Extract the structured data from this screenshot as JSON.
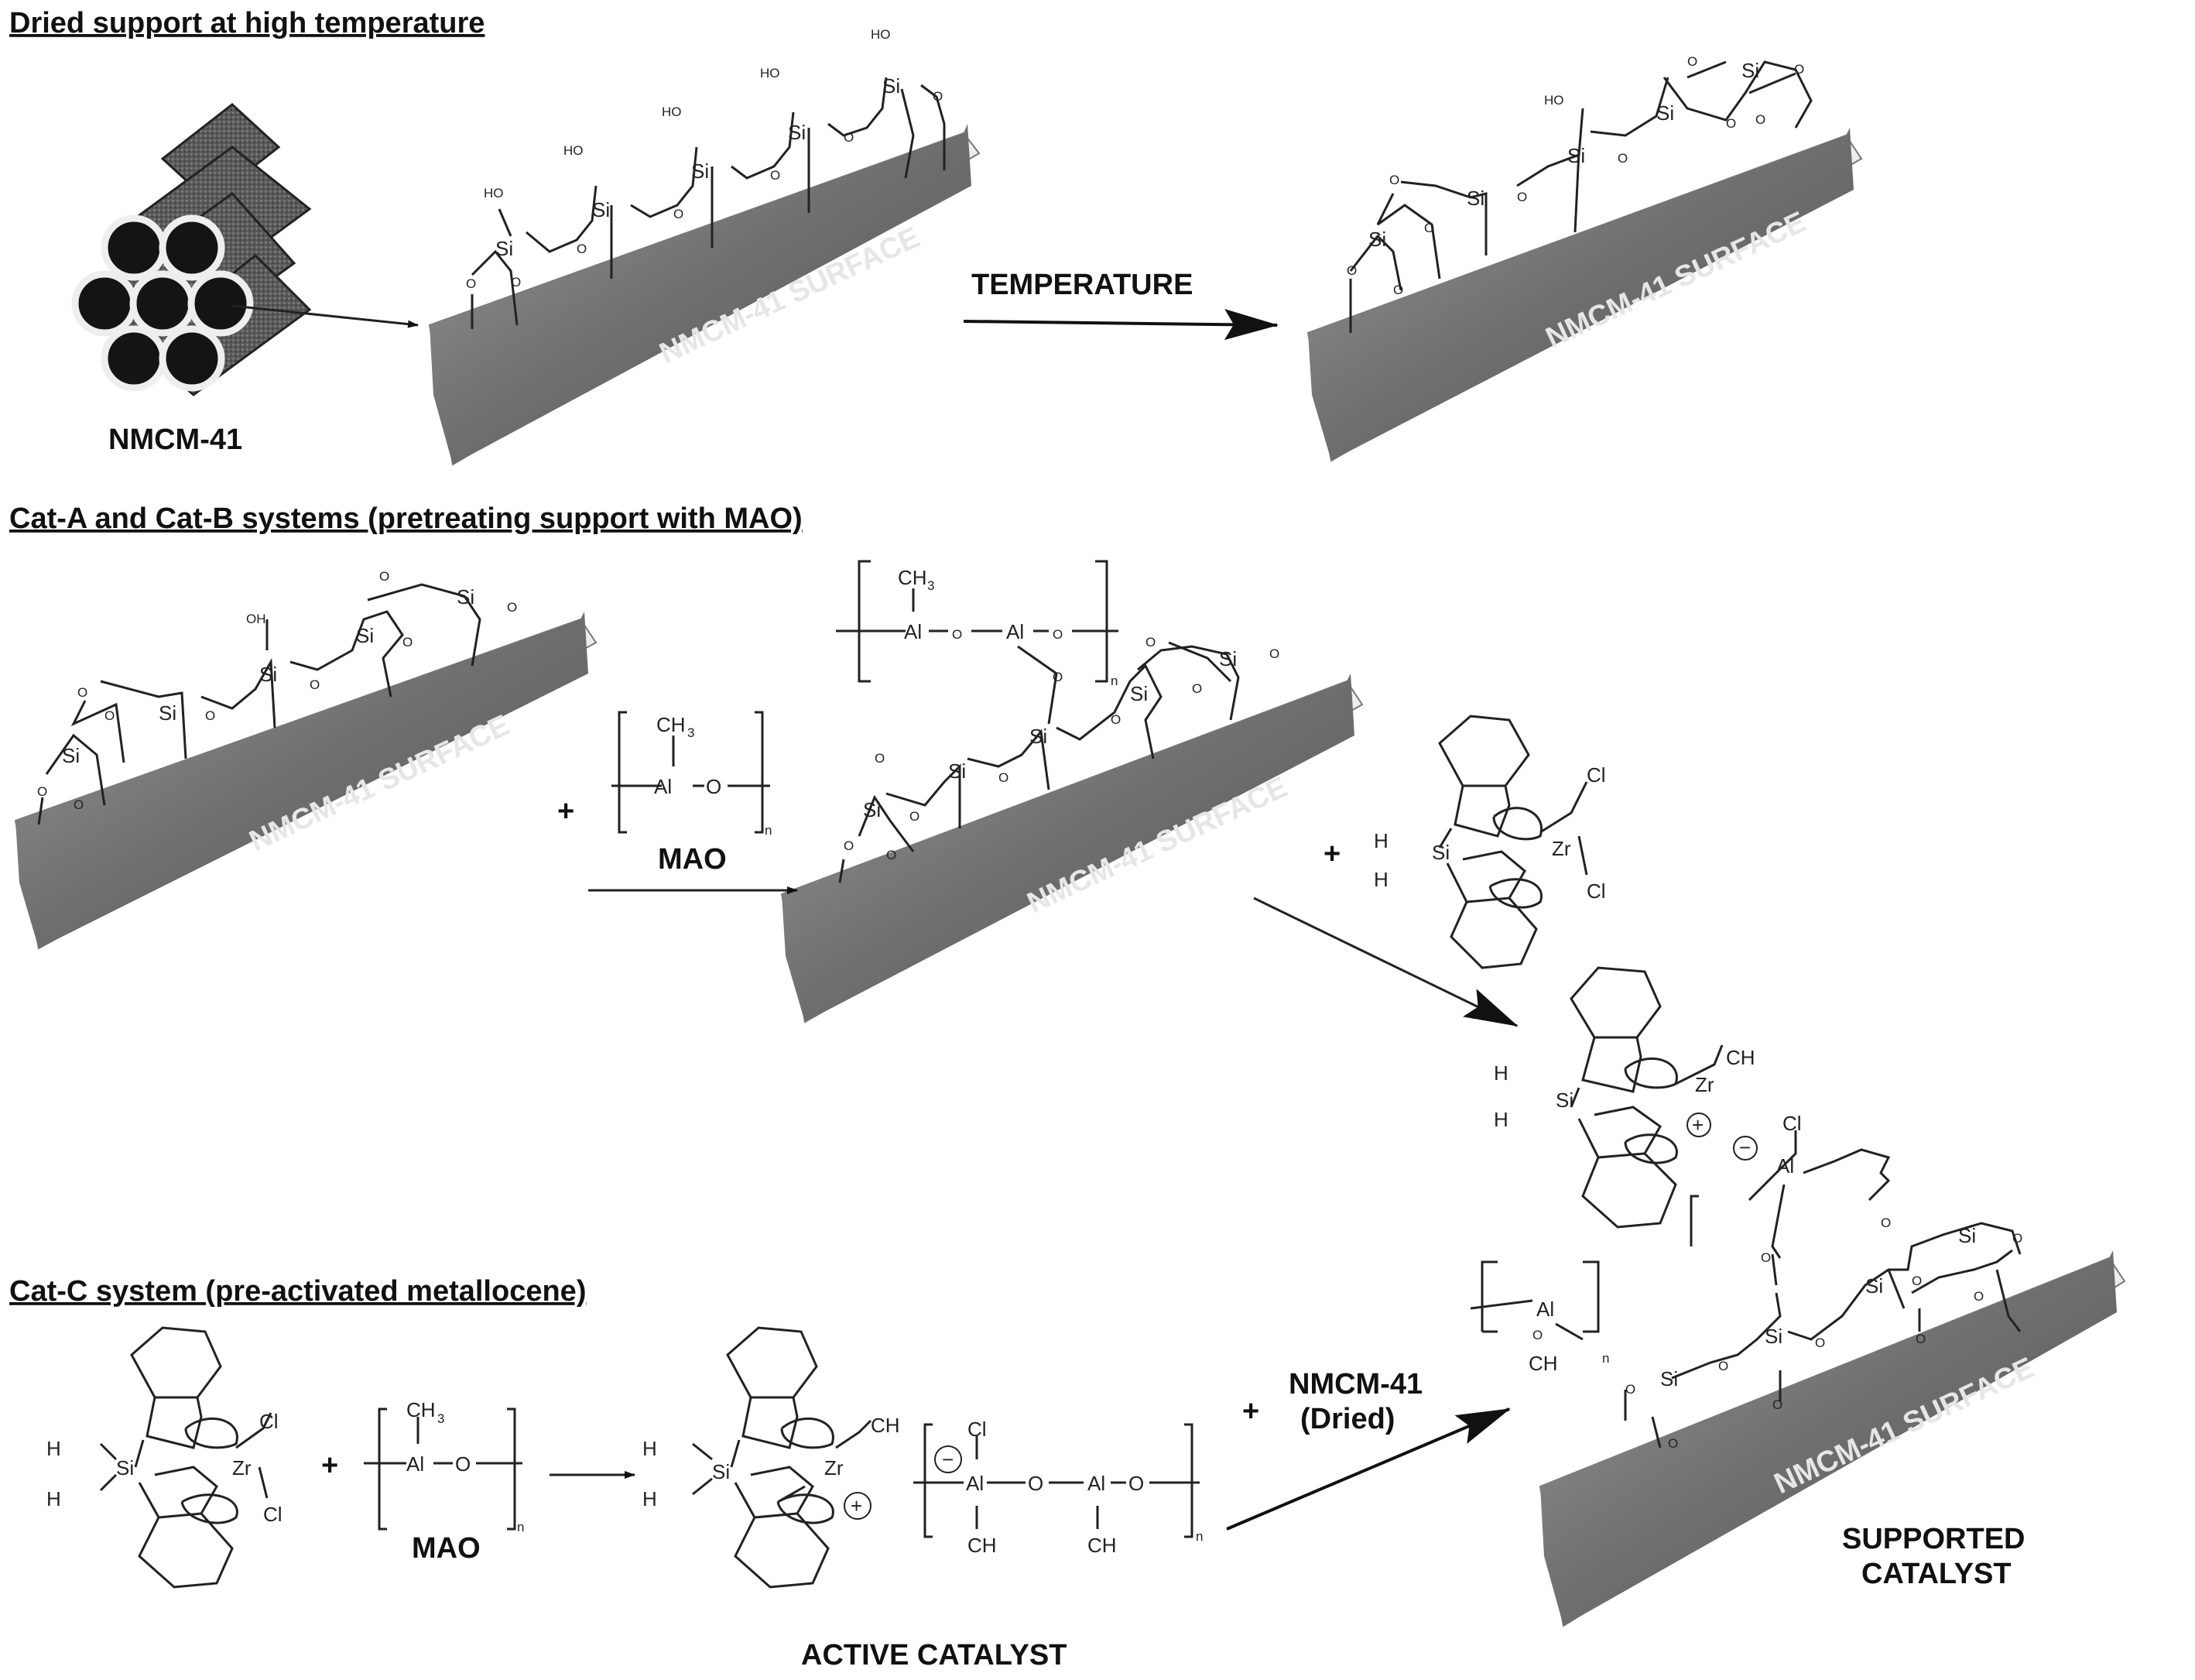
{
  "sections": {
    "dried": "Dried support  at high temperature",
    "cat_ab": "Cat-A  and Cat-B systems (pretreating  support  with MAO)",
    "cat_c": "Cat-C system (pre-activated metallocene)"
  },
  "labels": {
    "nmcm41": "NMCM-41",
    "temperature": "TEMPERATURE",
    "surface": "NMCM-41 SURFACE",
    "mao": "MAO",
    "plus": "+",
    "nmcm41_dried_1": "NMCM-41",
    "nmcm41_dried_2": "(Dried)",
    "active_catalyst": "ACTIVE CATALYST",
    "supported_1": "SUPPORTED",
    "supported_2": "CATALYST"
  },
  "atoms": {
    "si": "Si",
    "o": "O",
    "ho": "HO",
    "oh": "OH",
    "al": "Al",
    "zr": "Zr",
    "cl": "Cl",
    "ch": "CH",
    "h": "H",
    "c": "C",
    "three": "3",
    "n": "n",
    "plus_charge": "+",
    "minus_charge": "−"
  }
}
